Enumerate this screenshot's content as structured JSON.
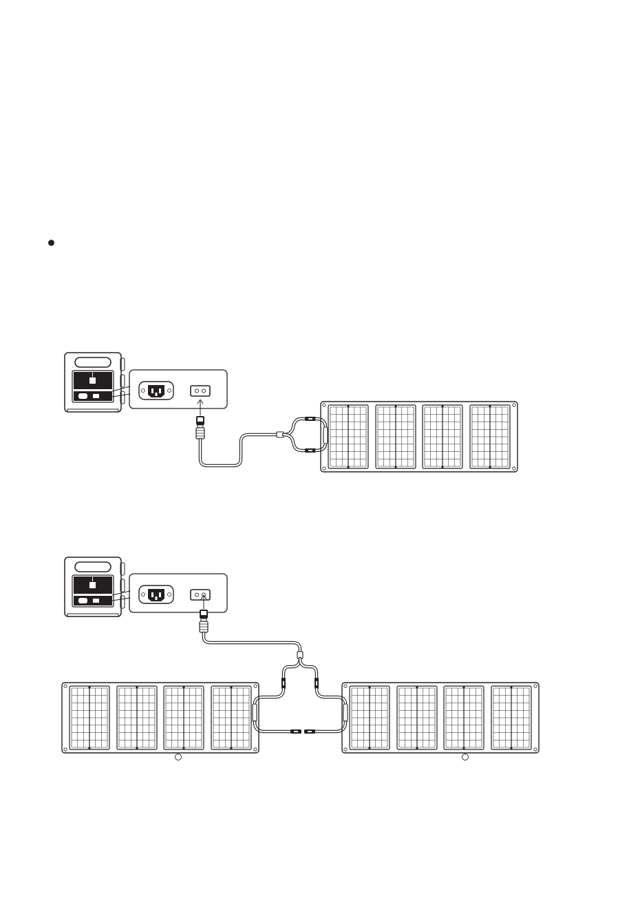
{
  "document": {
    "bullet_marker": "bullet-dot"
  },
  "diagram": {
    "stroke_color": "#231f20",
    "cable_color": "#ffffff",
    "background": "#ffffff",
    "figures": [
      {
        "id": "single-panel-connection",
        "components": [
          "power-station",
          "port-callout",
          "ac-outlet",
          "dc-input-port",
          "charging-plug",
          "extension-cable",
          "y-splitter",
          "solar-panel"
        ],
        "panel_count": 1,
        "cells_per_panel": 4
      },
      {
        "id": "dual-panel-parallel-connection",
        "components": [
          "power-station",
          "port-callout",
          "ac-outlet",
          "dc-input-port",
          "charging-plug",
          "extension-cable",
          "y-splitter",
          "solar-panel-left",
          "solar-panel-right"
        ],
        "panel_count": 2,
        "cells_per_panel": 4
      }
    ]
  }
}
